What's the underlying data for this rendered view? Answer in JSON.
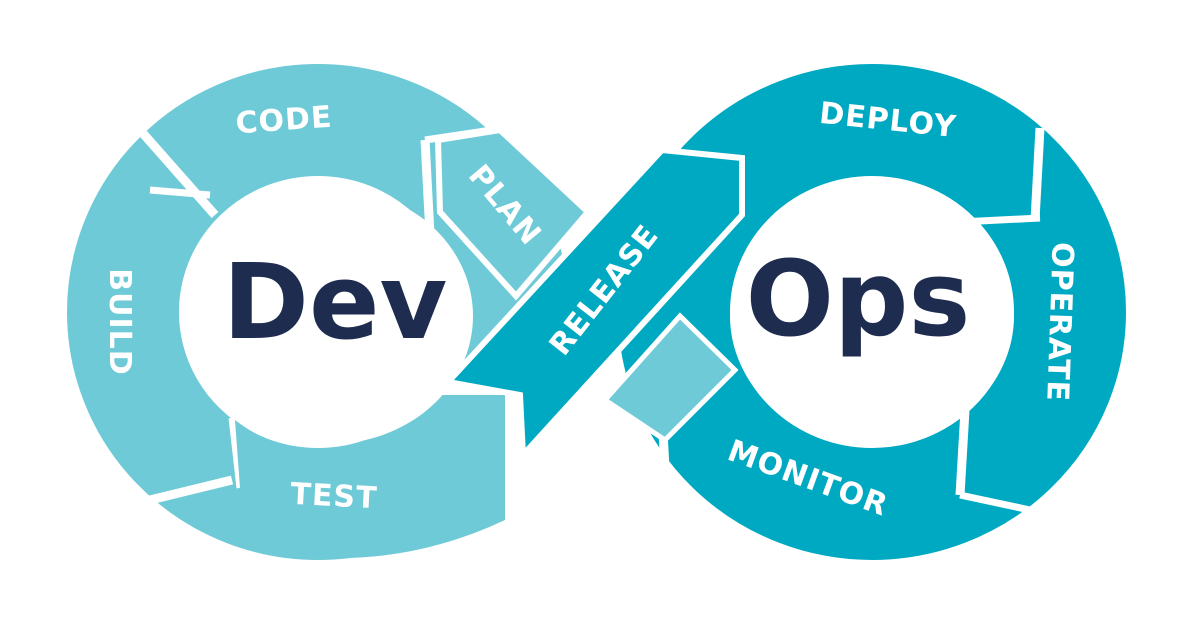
{
  "diagram": {
    "dev_label": "Dev",
    "ops_label": "Ops",
    "stages": {
      "plan": "PLAN",
      "code": "CODE",
      "build": "BUILD",
      "test": "TEST",
      "release": "RELEASE",
      "deploy": "DEPLOY",
      "operate": "OPERATE",
      "monitor": "MONITOR"
    },
    "colors": {
      "dev_loop": "#6ecad6",
      "ops_loop": "#00a9c2",
      "center_text": "#1e2d4f",
      "stage_text": "#ffffff"
    }
  }
}
